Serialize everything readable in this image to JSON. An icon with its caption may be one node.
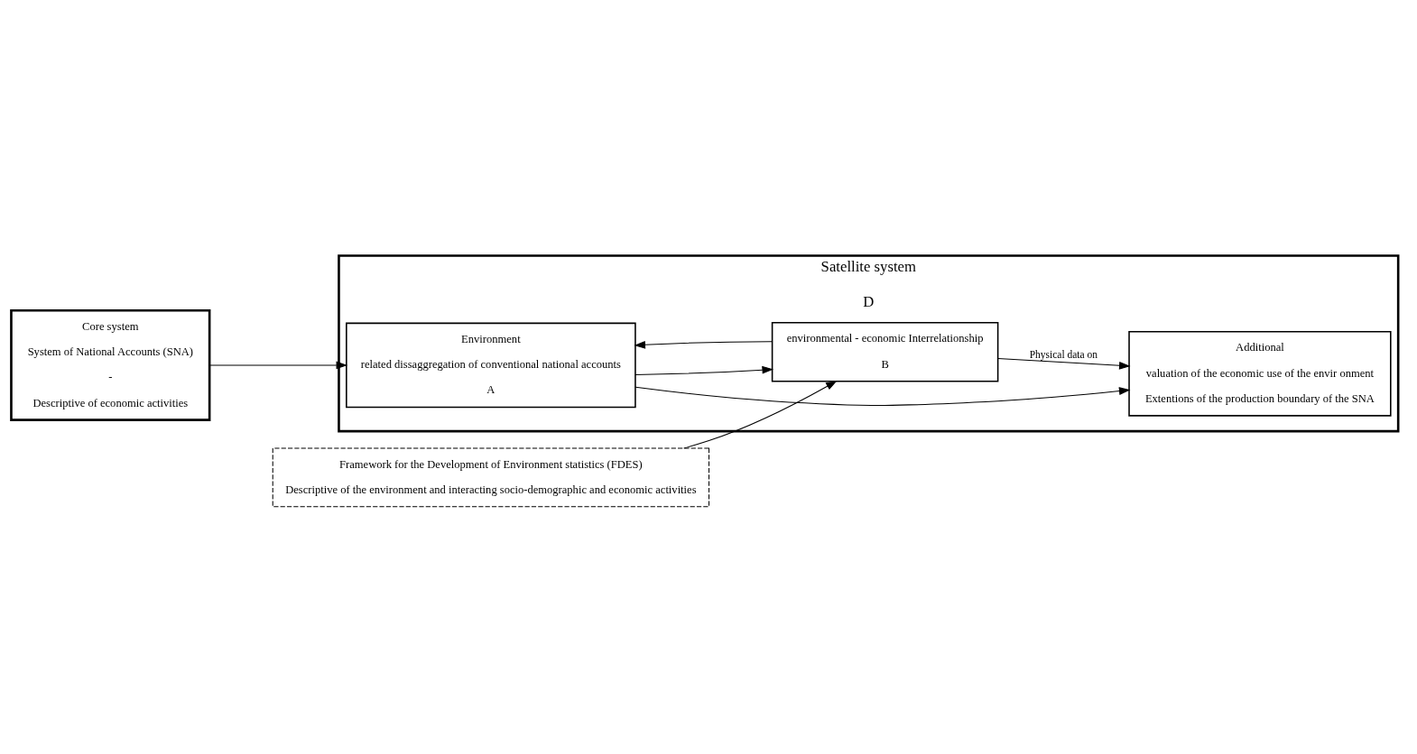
{
  "diagram": {
    "nodes": [
      {
        "text": [
          "Core system",
          "System of National Accounts (SNA)",
          "-",
          "Descriptive of economic activities"
        ]
      },
      {
        "text": [
          "Satellite system",
          "D"
        ]
      },
      {
        "text": [
          "Environment",
          "related dissaggregation of conventional national accounts",
          "A"
        ],
        "in": 1
      },
      {
        "text": [
          "Additional",
          "valuation of the economic use of the envir onment",
          "Extentions of the production boundary of the SNA"
        ],
        "in": 1
      },
      {
        "text": [
          "environmental - economic Interrelationship",
          "B"
        ],
        "in": 1
      },
      {
        "text": [
          "Framework for the Development of Environment statistics (FDES)",
          "Descriptive of the environment and interacting socio-demographic and economic activities"
        ]
      }
    ],
    "edges": [
      {
        "from": 0,
        "to": 2,
        "arrow": "to"
      },
      {
        "from": 2,
        "to": 3,
        "arrow": "to"
      },
      {
        "from": 4,
        "to": 2,
        "arrow": "to"
      },
      {
        "from": 2,
        "to": 4,
        "arrow": "to"
      },
      {
        "from": 4,
        "to": 3,
        "arrow": "to",
        "label": "Physical data on"
      },
      {
        "from": 5,
        "to": 4,
        "arrow": "to"
      }
    ]
  }
}
